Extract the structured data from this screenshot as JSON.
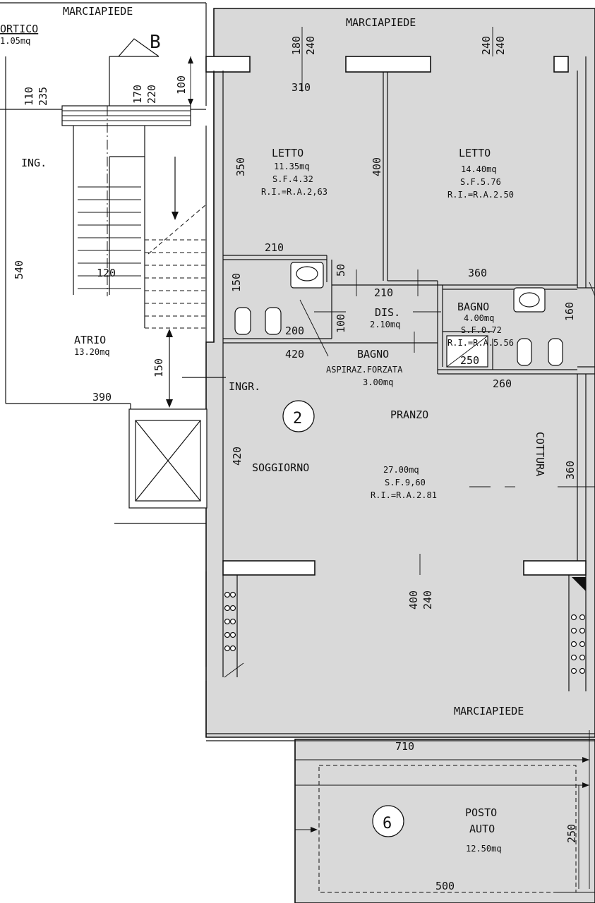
{
  "labels": {
    "sidewalk_top_left": "MARCIAPIEDE",
    "sidewalk_top": "MARCIAPIEDE",
    "sidewalk_bottom": "MARCIAPIEDE",
    "portico": "ORTICO",
    "portico_area": "1.05mq",
    "section_mark": "B",
    "ing": "ING.",
    "atrio": "ATRIO",
    "atrio_area": "13.20mq",
    "ingr": "INGR.",
    "room_number_2": "2",
    "room_number_6": "6"
  },
  "rooms": {
    "bedroom1": {
      "name": "LETTO",
      "area": "11.35mq",
      "sf": "S.F.4.32",
      "ri": "R.I.=R.A.2,63"
    },
    "bedroom2": {
      "name": "LETTO",
      "area": "14.40mq",
      "sf": "S.F.5.76",
      "ri": "R.I.=R.A.2.50"
    },
    "dis": {
      "name": "DIS.",
      "area": "2.10mq"
    },
    "bath1": {
      "name": "BAGNO",
      "note": "ASPIRAZ.FORZATA",
      "area": "3.00mq"
    },
    "bath2": {
      "name": "BAGNO",
      "area": "4.00mq",
      "sf": "S.F.0.72",
      "ri": "R.I.=R.A.5.56"
    },
    "living": {
      "pranzo": "PRANZO",
      "soggiorno": "SOGGIORNO",
      "cottura": "COTTURA",
      "area": "27.00mq",
      "sf": "S.F.9,60",
      "ri": "R.I.=R.A.2.81"
    },
    "parking": {
      "name1": "POSTO",
      "name2": "AUTO",
      "area": "12.50mq"
    }
  },
  "dimensions": {
    "d180": "180",
    "d240a": "240",
    "d240b": "240",
    "d240c": "240",
    "d310": "310",
    "d110": "110",
    "d235": "235",
    "d170": "170",
    "d220": "220",
    "d100a": "100",
    "d350": "350",
    "d400a": "400",
    "d210a": "210",
    "d50": "50",
    "d210b": "210",
    "d360a": "360",
    "d150a": "150",
    "d120": "120",
    "d540": "540",
    "d100b": "100",
    "d200": "200",
    "d160": "160",
    "d420a": "420",
    "d250a": "250",
    "d260": "260",
    "d150b": "150",
    "d390": "390",
    "d420b": "420",
    "d360b": "360",
    "d400b": "400",
    "d240d": "240",
    "d710": "710",
    "d250b": "250",
    "d500": "500"
  }
}
